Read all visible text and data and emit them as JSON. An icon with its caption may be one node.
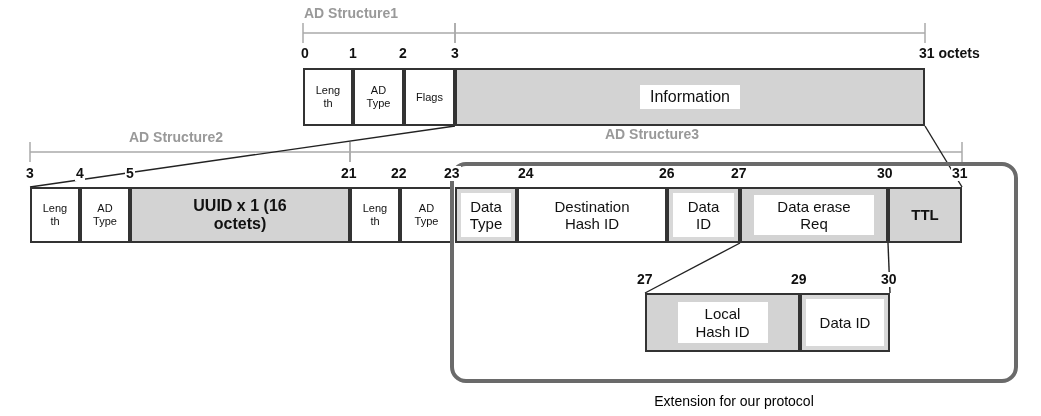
{
  "diagram": {
    "nodes": [
      {
        "text": [
          "Leng th"
        ]
      },
      {
        "text": [
          "AD Type"
        ]
      },
      {
        "text": [
          "Flags"
        ]
      },
      {
        "text": [
          "Information"
        ]
      },
      {
        "text": [
          "Leng th"
        ]
      },
      {
        "text": [
          "AD Type"
        ]
      },
      {
        "text": [
          "UUID x 1 (16 octets)"
        ]
      },
      {
        "text": [
          "Leng th"
        ]
      },
      {
        "text": [
          "AD Type"
        ]
      },
      {
        "text": [
          "Extension for our protocol"
        ]
      },
      {
        "text": [
          "Data Type"
        ],
        "in": 9
      },
      {
        "text": [
          "Destination Hash ID"
        ],
        "in": 9
      },
      {
        "text": [
          "Data ID"
        ],
        "in": 9
      },
      {
        "text": [
          "Data erase Req"
        ],
        "in": 9
      },
      {
        "text": [
          "TTL"
        ],
        "in": 9
      },
      {
        "text": [
          "Local Hash ID"
        ],
        "in": 9
      },
      {
        "text": [
          "Data ID"
        ],
        "in": 9
      }
    ],
    "edges": [
      {
        "from": 2,
        "to": 4,
        "arrow": "none"
      },
      {
        "from": 3,
        "to": 14,
        "arrow": "none"
      },
      {
        "from": 13,
        "to": 15,
        "arrow": "none"
      },
      {
        "from": 13,
        "to": 16,
        "arrow": "none"
      }
    ],
    "labels": [
      "AD Structure1",
      "0",
      "1",
      "2",
      "3",
      "31 octets",
      "AD Structure2",
      "AD Structure3",
      "3",
      "4",
      "5",
      "21",
      "22",
      "23",
      "24",
      "26",
      "27",
      "30",
      "31",
      "27",
      "29",
      "30"
    ]
  }
}
